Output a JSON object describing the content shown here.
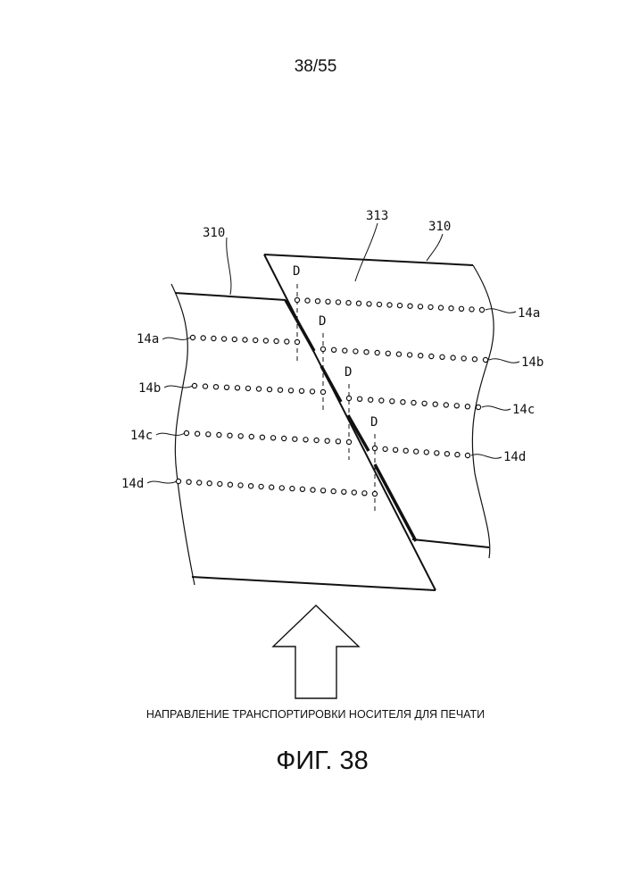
{
  "page_number": "38/55",
  "labels": {
    "sheet_left": "310",
    "sheet_right": "310",
    "seam": "313",
    "joint_marker": "D",
    "rows": [
      "14a",
      "14b",
      "14c",
      "14d"
    ]
  },
  "direction_caption": "НАПРАВЛЕНИЕ ТРАНСПОРТИРОВКИ НОСИТЕЛЯ ДЛЯ ПЕЧАТИ",
  "figure_caption": "ФИГ. 38"
}
